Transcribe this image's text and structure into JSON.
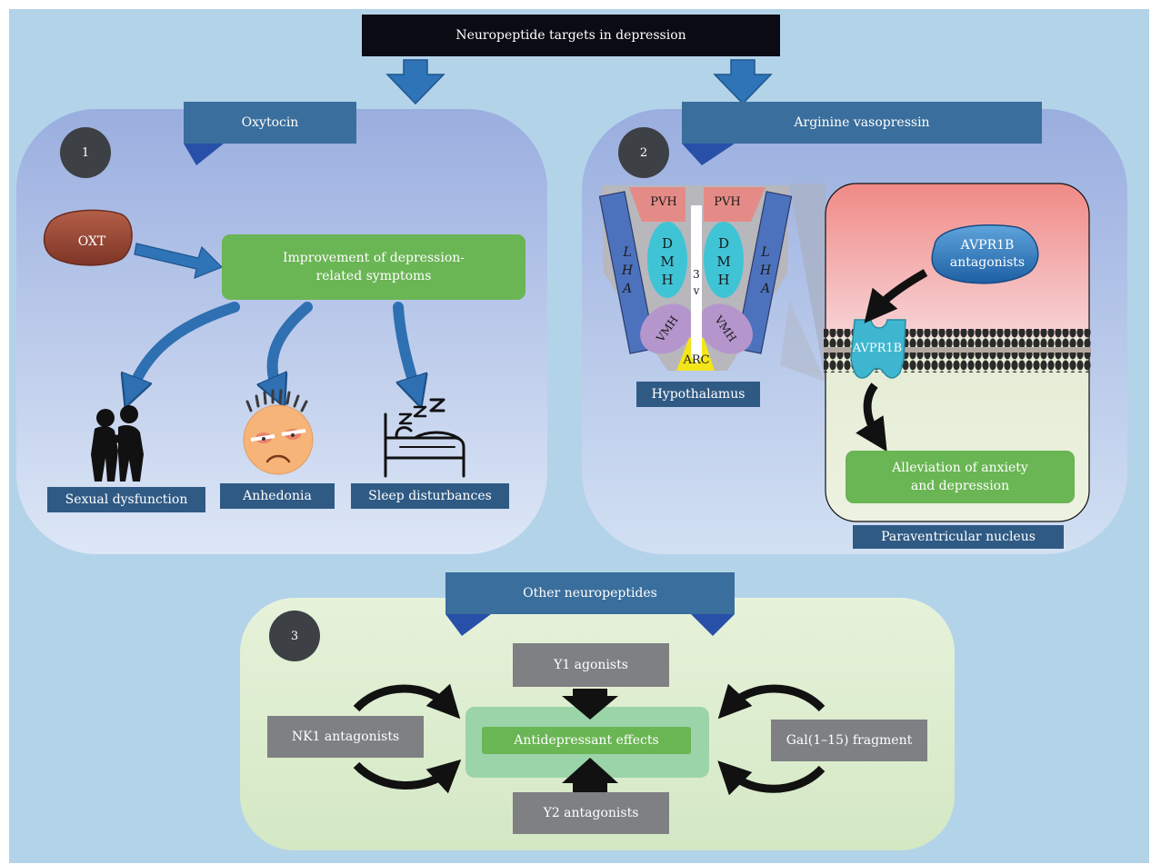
{
  "title": "Neuropeptide targets in depression",
  "panels": {
    "oxytocin": {
      "number": "1",
      "heading": "Oxytocin",
      "source": "OXT",
      "effect_line1": "Improvement of depression-",
      "effect_line2": "related symptoms",
      "symptoms": [
        "Sexual dysfunction",
        "Anhedonia",
        "Sleep disturbances"
      ]
    },
    "avp": {
      "number": "2",
      "heading": "Arginine vasopressin",
      "regions": {
        "pvh": "PVH",
        "dmh": [
          "D",
          "M",
          "H"
        ],
        "lha": [
          "L",
          "H",
          "A"
        ],
        "vmh": "VMH",
        "arc": "ARC",
        "v3": [
          "3",
          "v"
        ]
      },
      "hypothalamus_label": "Hypothalamus",
      "antagonist_line1": "AVPR1B",
      "antagonist_line2": "antagonists",
      "receptor": "AVPR1B",
      "outcome_line1": "Alleviation of anxiety",
      "outcome_line2": "and depression",
      "nucleus_label": "Paraventricular nucleus"
    },
    "other": {
      "number": "3",
      "heading": "Other neuropeptides",
      "center": "Antidepressant effects",
      "top": "Y1 agonists",
      "bottom": "Y2 antagonists",
      "left": "NK1 antagonists",
      "right": "Gal(1–15) fragment"
    }
  },
  "colors": {
    "background": "#b3d3e9",
    "panel_blue": "#a9bde3",
    "panel_green": "#d9eccd",
    "banner": "#3a6e9c",
    "label_navy": "#2f5a84",
    "green_box": "#6ab554",
    "arrow_blue": "#3476b6",
    "oxt": "#9a4a38",
    "pvh": "#e48b87",
    "dmh": "#3fc4d6",
    "lha": "#4d72bd",
    "vmh": "#b596cc",
    "arc": "#f4e51a",
    "receptor": "#3fb6cf",
    "antagonist": "#2a73ba",
    "grey_box": "#7e8083"
  },
  "icons": [
    "hug-icon",
    "sad-face-icon",
    "sleeping-bed-icon"
  ]
}
